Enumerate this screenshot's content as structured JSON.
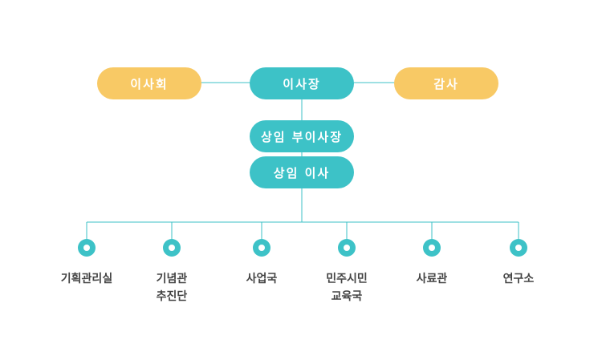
{
  "colors": {
    "teal": "#3dc2c7",
    "yellow": "#f8c965",
    "line": "#3dc2c7",
    "text": "#444444"
  },
  "top": {
    "board": "이사회",
    "chairman": "이사장",
    "auditor": "감사"
  },
  "executives": {
    "vice_chairman": "상임 부이사장",
    "director": "상임 이사"
  },
  "departments": [
    {
      "lines": [
        "기획관리실"
      ]
    },
    {
      "lines": [
        "기념관",
        "추진단"
      ]
    },
    {
      "lines": [
        "사업국"
      ]
    },
    {
      "lines": [
        "민주시민",
        "교육국"
      ]
    },
    {
      "lines": [
        "사료관"
      ]
    },
    {
      "lines": [
        "연구소"
      ]
    }
  ]
}
